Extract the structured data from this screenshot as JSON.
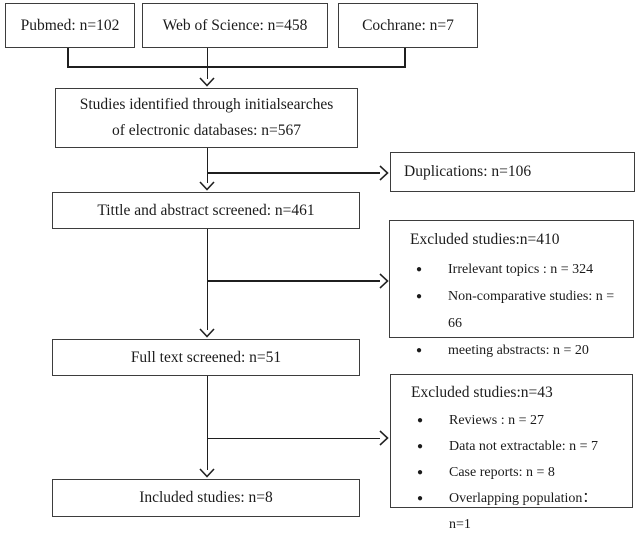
{
  "diagram": {
    "sources": [
      {
        "label": "Pubmed: n=102"
      },
      {
        "label": "Web of Science: n=458"
      },
      {
        "label": "Cochrane: n=7"
      }
    ],
    "identified": {
      "line1": "Studies identified through initialsearches",
      "line2": "of electronic databases: n=567"
    },
    "duplications": {
      "label": "Duplications: n=106"
    },
    "title_abstract": {
      "label": "Tittle and abstract screened: n=461"
    },
    "excluded1": {
      "title": "Excluded studies:n=410",
      "items": [
        "Irrelevant topics : n = 324",
        "Non-comparative studies: n = 66",
        "meeting abstracts: n = 20"
      ]
    },
    "full_text": {
      "label": "Full text screened: n=51"
    },
    "excluded2": {
      "title": "Excluded studies:n=43",
      "items": [
        "Reviews : n = 27",
        "Data not extractable: n = 7",
        "Case reports: n = 8",
        "Overlapping population： n=1"
      ]
    },
    "included": {
      "label": "Included studies: n=8"
    },
    "colors": {
      "line": "#1f1f1f",
      "box_border": "#3d3d3d",
      "text": "#1b1b1b",
      "background": "#ffffff"
    }
  }
}
